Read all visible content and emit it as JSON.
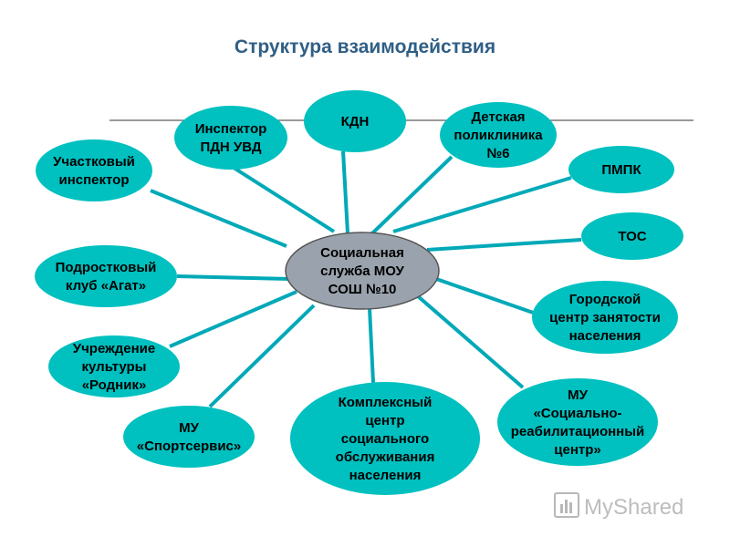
{
  "title": "Структура взаимодействия",
  "colors": {
    "node_fill": "#00c0c0",
    "center_fill": "#9aa3ad",
    "connector": "#00a9b8",
    "title": "#2f5f86",
    "divider": "#333333"
  },
  "center": {
    "lines": [
      "Социальная",
      "служба МОУ",
      "СОШ №10"
    ]
  },
  "nodes": [
    {
      "id": "pdn",
      "lines": [
        "Инспектор",
        "ПДН УВД"
      ]
    },
    {
      "id": "kdn",
      "lines": [
        "КДН"
      ]
    },
    {
      "id": "polyclinic",
      "lines": [
        "Детская",
        "поликлиника",
        "№6"
      ]
    },
    {
      "id": "pmpk",
      "lines": [
        "ПМПК"
      ]
    },
    {
      "id": "tos",
      "lines": [
        "ТОС"
      ]
    },
    {
      "id": "employment",
      "lines": [
        "Городской",
        "центр занятости",
        "населения"
      ]
    },
    {
      "id": "rehab",
      "lines": [
        "МУ",
        "«Социально-",
        "реабилитационный",
        "центр»"
      ]
    },
    {
      "id": "social-complex",
      "lines": [
        "Комплексный",
        "центр",
        "социального",
        "обслуживания",
        "населения"
      ]
    },
    {
      "id": "sportservice",
      "lines": [
        "МУ",
        "«Спортсервис»"
      ]
    },
    {
      "id": "culture",
      "lines": [
        "Учреждение",
        "культуры",
        "«Родник»"
      ]
    },
    {
      "id": "teen-club",
      "lines": [
        "Подростковый",
        "клуб «Агат»"
      ]
    },
    {
      "id": "district-officer",
      "lines": [
        "Участковый",
        "инспектор"
      ]
    }
  ],
  "watermark": {
    "text": "MyShared",
    "icon": "myshared-logo-icon"
  }
}
